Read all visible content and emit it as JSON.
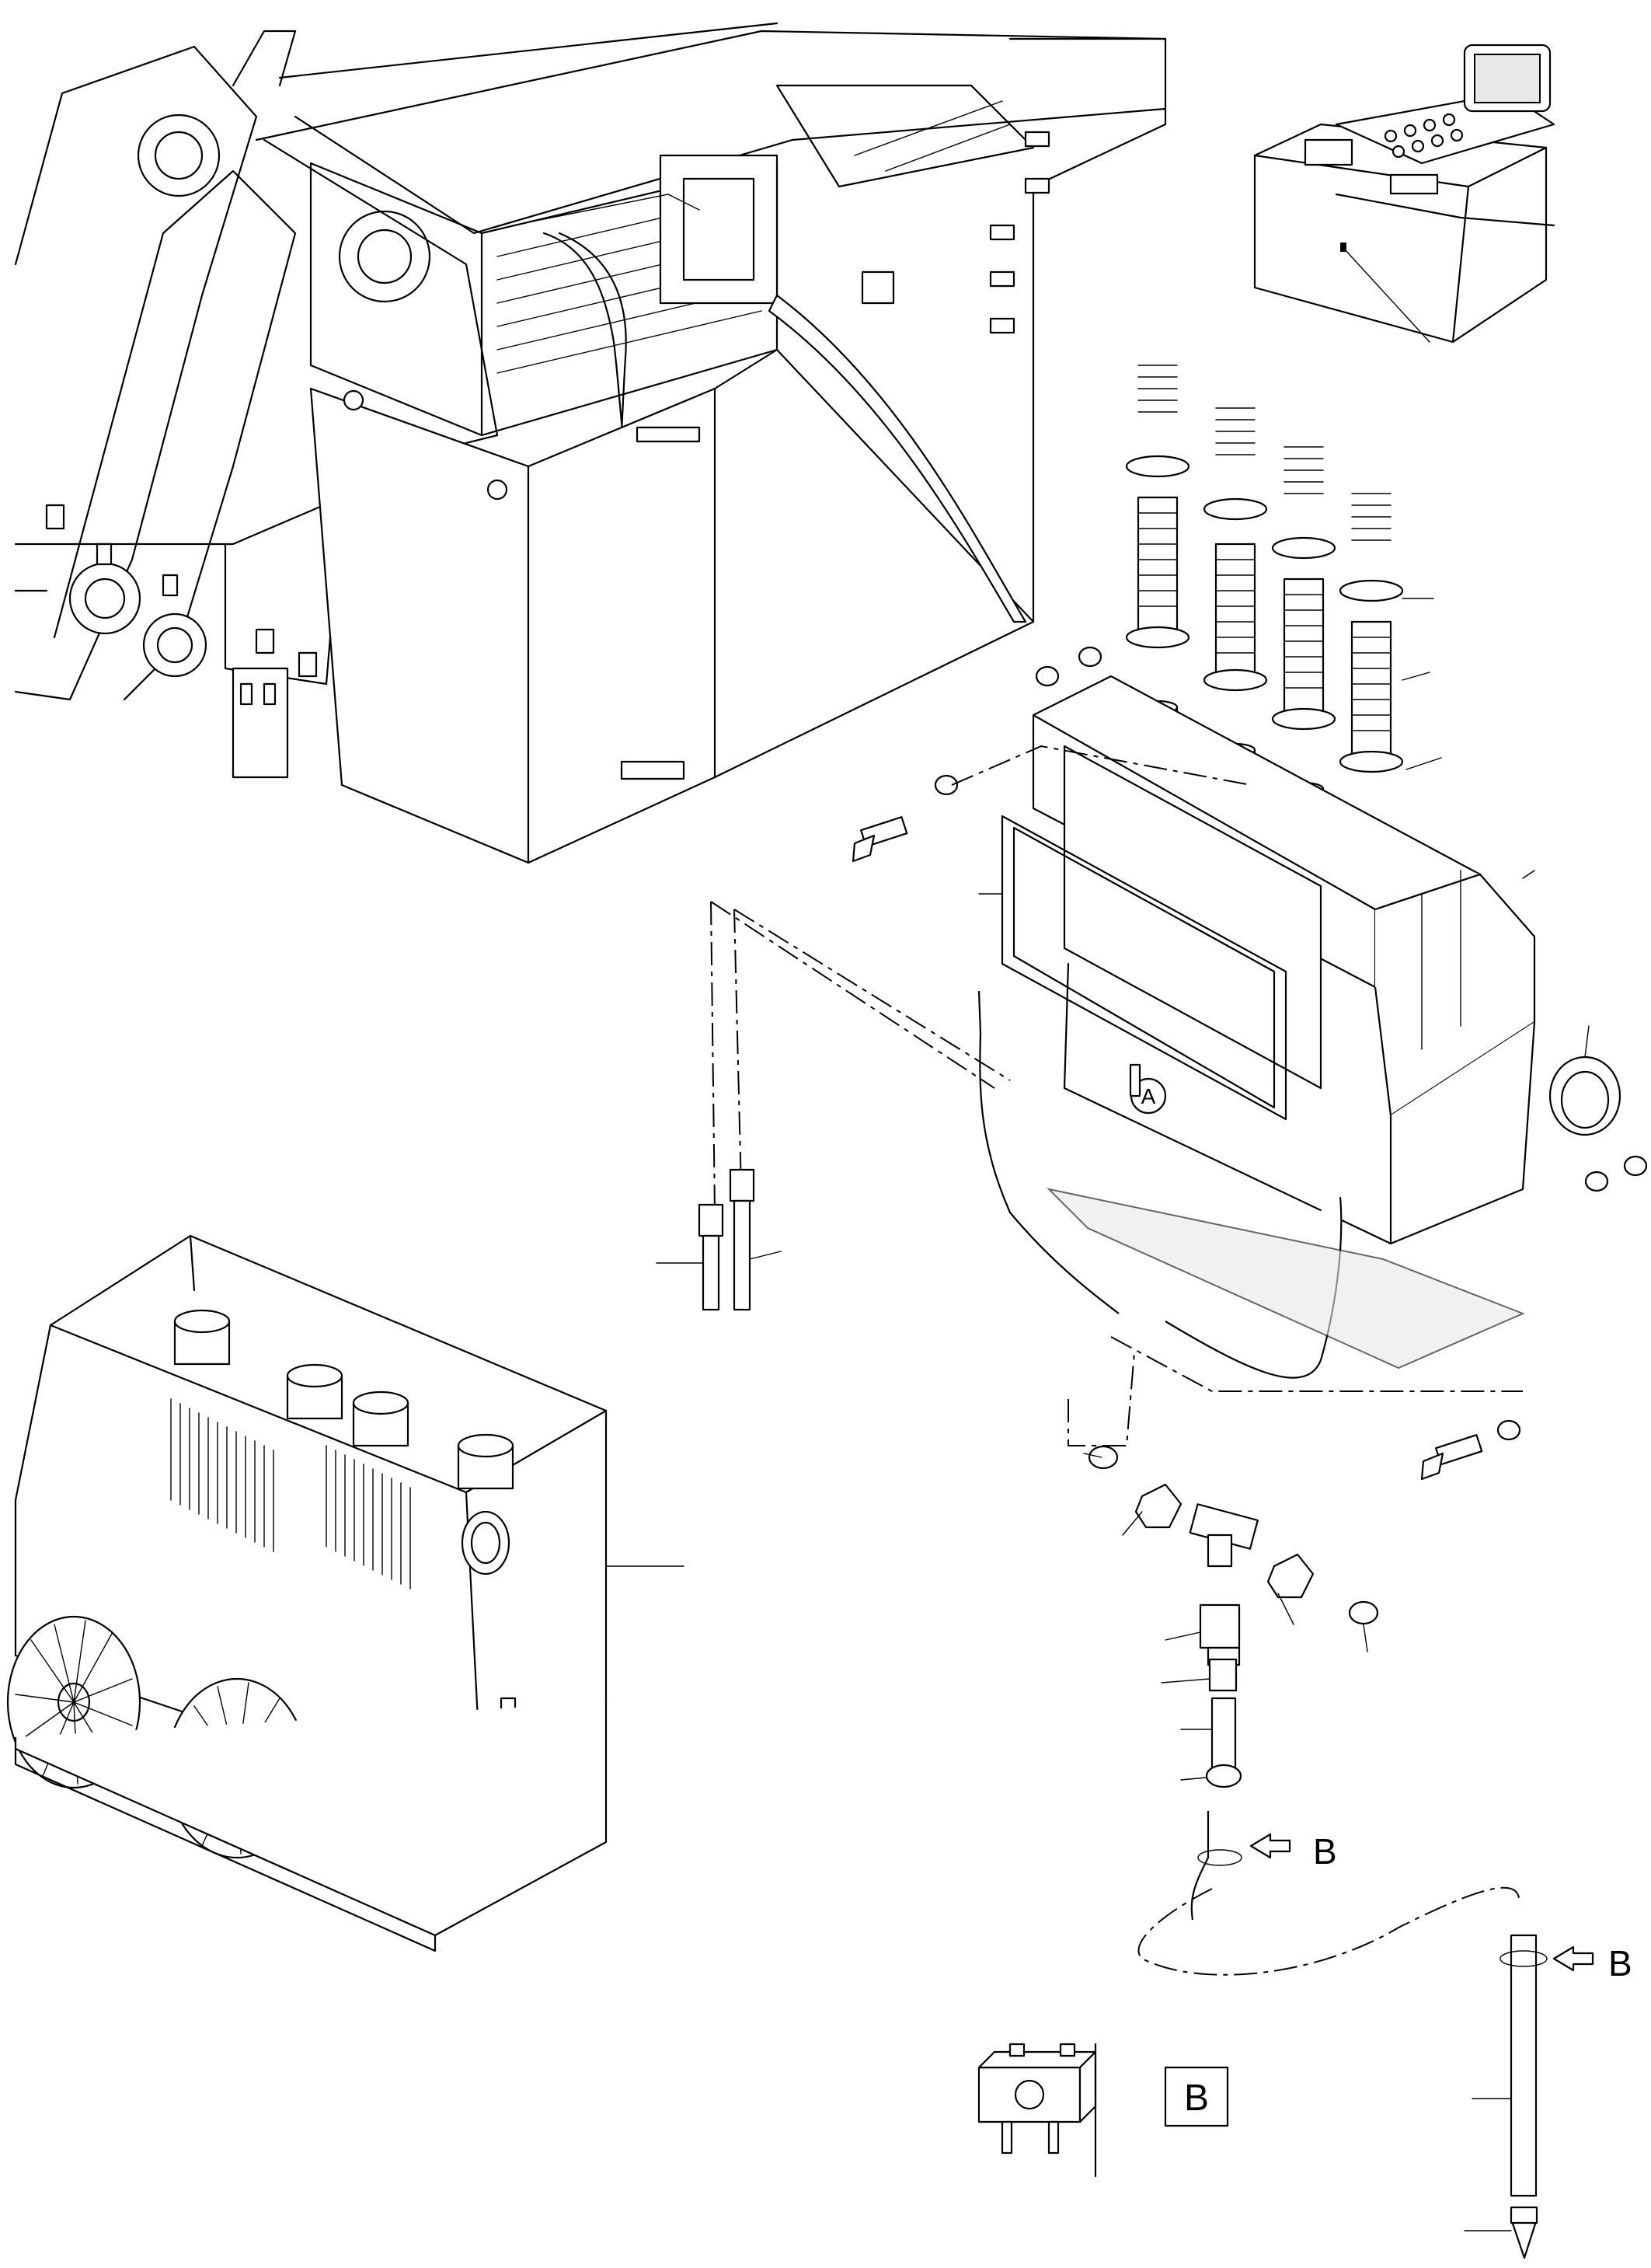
{
  "callouts": {
    "detail_a_pipe": "A",
    "detail_a_unit": "A",
    "detail_b_upper": "B",
    "detail_b_lower": "B",
    "detail_b_box": "B"
  },
  "colors": {
    "ink": "#000000",
    "paper": "#ffffff",
    "shade": "#e8e8e8"
  }
}
